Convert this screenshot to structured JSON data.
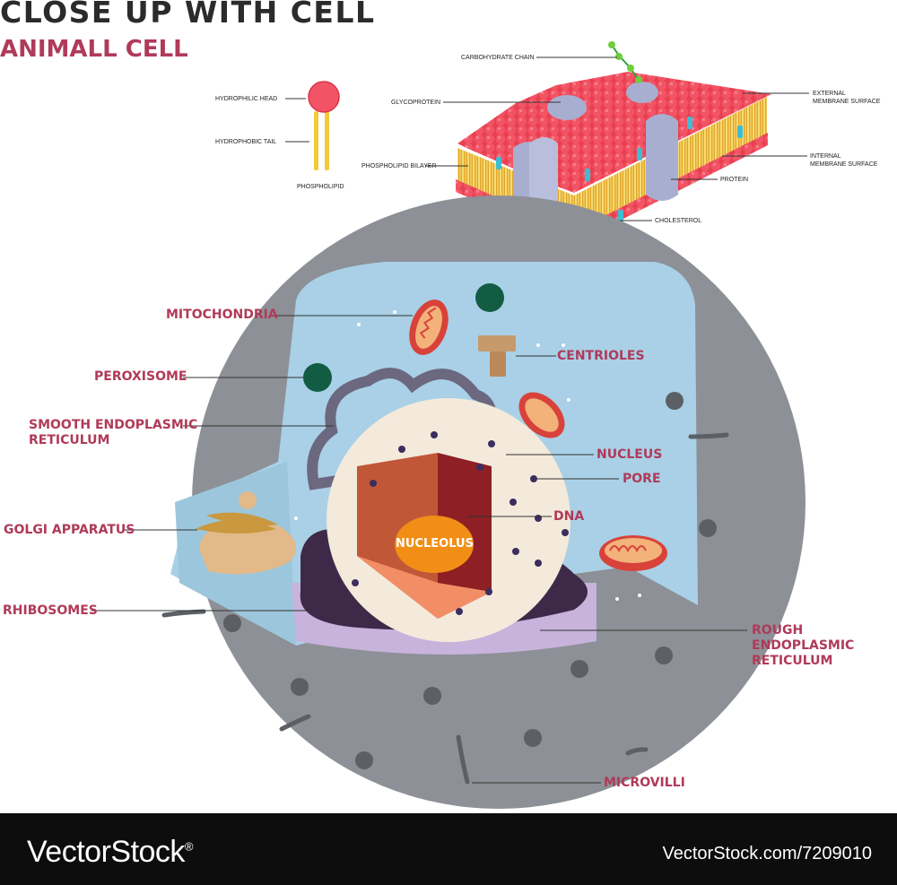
{
  "title": "CLOSE UP WITH CELL",
  "subtitle": "ANIMALL CELL",
  "membrane_labels": {
    "hydrophilic_head": "HYDROPHILIC HEAD",
    "hydrophobic_tail": "HYDROPHOBIC TAIL",
    "phospholipid": "PHOSPHOLIPID",
    "carbohydrate_chain": "CARBOHYDRATE CHAIN",
    "glycoprotein": "GLYCOPROTEIN",
    "phospholipid_bilayer": "PHOSPHOLIPID BILAYER",
    "external_surface_1": "EXTERNAL",
    "external_surface_2": "MEMBRANE SURFACE",
    "internal_surface_1": "INTERNAL",
    "internal_surface_2": "MEMBRANE SURFACE",
    "protein": "PROTEIN",
    "cholesterol": "CHOLESTEROL"
  },
  "cell_labels": {
    "mitochondria": "MITOCHONDRIA",
    "peroxisome": "PEROXISOME",
    "smooth_er_1": "SMOOTH ENDOPLASMIC",
    "smooth_er_2": "RETICULUM",
    "golgi": "GOLGI APPARATUS",
    "ribosomes": "RHIBOSOMES",
    "centrioles": "CENTRIOLES",
    "nucleus": "NUCLEUS",
    "pore": "PORE",
    "dna": "DNA",
    "nucleolus": "NUCLEOLUS",
    "rough_er_1": "ROUGH ENDOPLASMIC",
    "rough_er_2": "RETICULUM",
    "microvilli": "MICROVILLI"
  },
  "footer": {
    "brand": "VectorStock",
    "reg": "®",
    "stock_id": "VectorStock.com/7209010"
  },
  "colors": {
    "label": "#b03a5a",
    "cytoplasm": "#a9d0e6",
    "cell_body": "#8d9096",
    "membrane_head": "#f25466",
    "tail": "#f3c93c",
    "footer": "#0d0d0d"
  }
}
